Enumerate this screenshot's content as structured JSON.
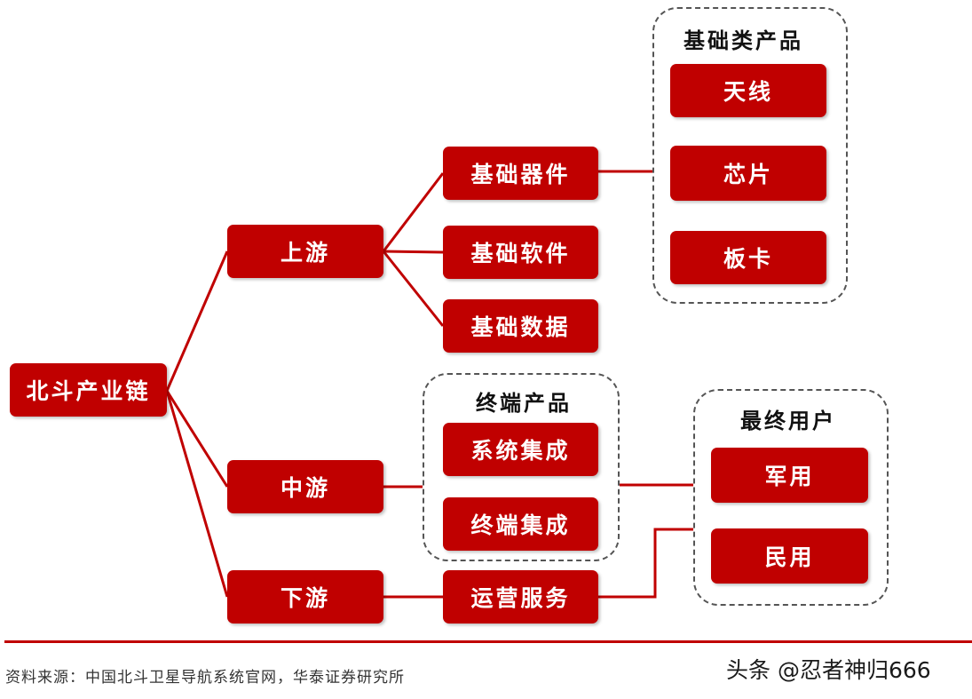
{
  "colors": {
    "accent": "#c00000",
    "dash": "#555555"
  },
  "nodes": {
    "root": "北斗产业链",
    "upstream": "上游",
    "midstream": "中游",
    "downstream": "下游",
    "basic_devices": "基础器件",
    "basic_software": "基础软件",
    "basic_data": "基础数据",
    "system_integration": "系统集成",
    "terminal_integration": "终端集成",
    "operation_service": "运营服务",
    "antenna": "天线",
    "chip": "芯片",
    "board": "板卡",
    "military": "军用",
    "civil": "民用"
  },
  "groups": {
    "basic_products": "基础类产品",
    "terminal_products": "终端产品",
    "end_users": "最终用户"
  },
  "footer": {
    "source": "资料来源：中国北斗卫星导航系统官网，华泰证券研究所",
    "watermark": "头条 @忍者神归666"
  }
}
